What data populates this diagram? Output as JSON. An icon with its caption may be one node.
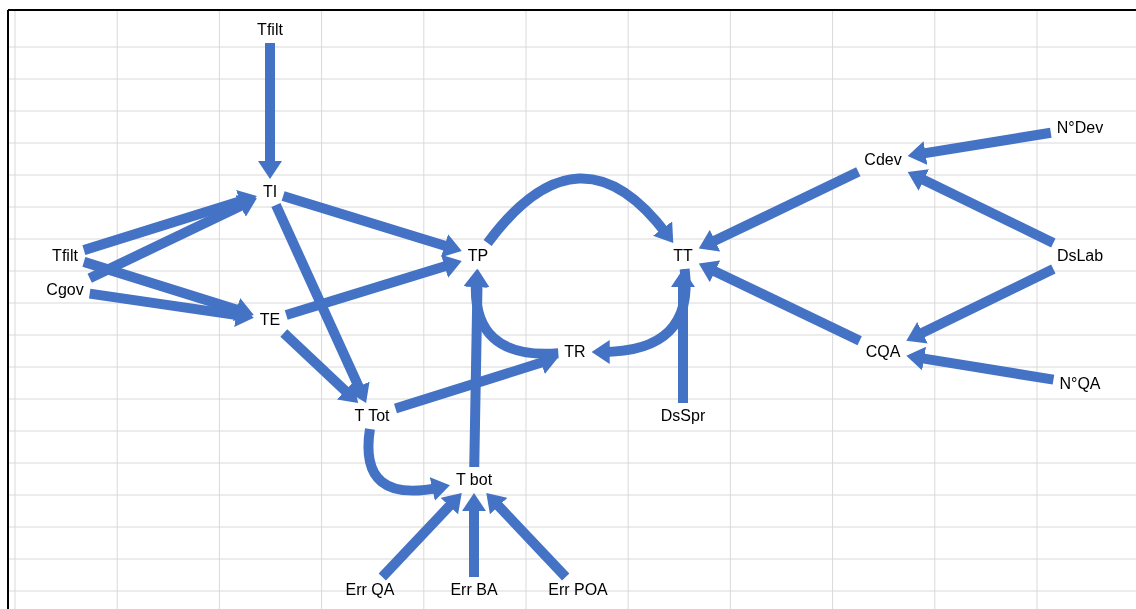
{
  "diagram": {
    "nodes": [
      {
        "text": [
          "Tfilt"
        ]
      },
      {
        "text": [
          "TI"
        ]
      },
      {
        "text": [
          "Tfilt"
        ]
      },
      {
        "text": [
          "Cgov"
        ]
      },
      {
        "text": [
          "TE"
        ]
      },
      {
        "text": [
          "TP"
        ]
      },
      {
        "text": [
          "TT"
        ]
      },
      {
        "text": [
          "TR"
        ]
      },
      {
        "text": [
          "T Tot"
        ]
      },
      {
        "text": [
          "T bot"
        ]
      },
      {
        "text": [
          "Err QA"
        ]
      },
      {
        "text": [
          "Err BA"
        ]
      },
      {
        "text": [
          "Err POA"
        ]
      },
      {
        "text": [
          "DsSpr"
        ]
      },
      {
        "text": [
          "Cdev"
        ]
      },
      {
        "text": [
          "CQA"
        ]
      },
      {
        "text": [
          "N°Dev"
        ]
      },
      {
        "text": [
          "DsLab"
        ]
      },
      {
        "text": [
          "N°QA"
        ]
      }
    ],
    "edges": [
      {
        "from": 0,
        "to": 1,
        "arrow": "to"
      },
      {
        "from": 2,
        "to": 1,
        "arrow": "to"
      },
      {
        "from": 3,
        "to": 1,
        "arrow": "to"
      },
      {
        "from": 2,
        "to": 4,
        "arrow": "to"
      },
      {
        "from": 3,
        "to": 4,
        "arrow": "to"
      },
      {
        "from": 1,
        "to": 5,
        "arrow": "to"
      },
      {
        "from": 1,
        "to": 8,
        "arrow": "to"
      },
      {
        "from": 4,
        "to": 5,
        "arrow": "to"
      },
      {
        "from": 4,
        "to": 8,
        "arrow": "to"
      },
      {
        "from": 5,
        "to": 6,
        "arrow": "to"
      },
      {
        "from": 7,
        "to": 5,
        "arrow": "to"
      },
      {
        "from": 6,
        "to": 7,
        "arrow": "to"
      },
      {
        "from": 8,
        "to": 7,
        "arrow": "to"
      },
      {
        "from": 9,
        "to": 5,
        "arrow": "to"
      },
      {
        "from": 8,
        "to": 9,
        "arrow": "to"
      },
      {
        "from": 10,
        "to": 9,
        "arrow": "to"
      },
      {
        "from": 11,
        "to": 9,
        "arrow": "to"
      },
      {
        "from": 12,
        "to": 9,
        "arrow": "to"
      },
      {
        "from": 13,
        "to": 6,
        "arrow": "to"
      },
      {
        "from": 14,
        "to": 6,
        "arrow": "to"
      },
      {
        "from": 15,
        "to": 6,
        "arrow": "to"
      },
      {
        "from": 16,
        "to": 14,
        "arrow": "to"
      },
      {
        "from": 17,
        "to": 14,
        "arrow": "to"
      },
      {
        "from": 17,
        "to": 15,
        "arrow": "to"
      },
      {
        "from": 18,
        "to": 15,
        "arrow": "to"
      }
    ]
  }
}
